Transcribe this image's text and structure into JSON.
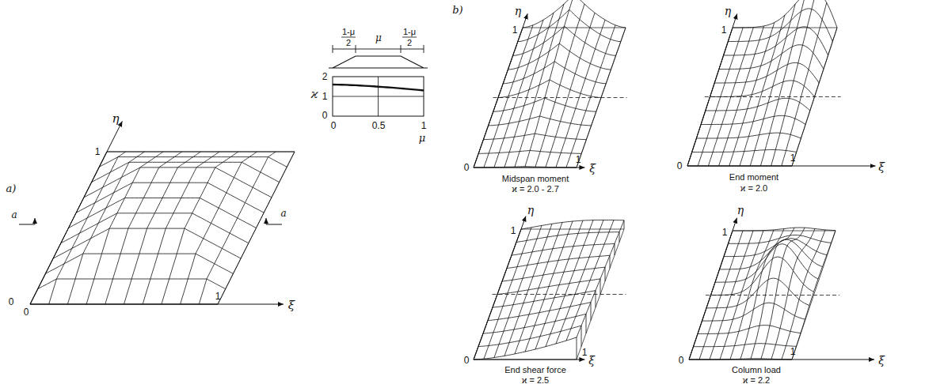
{
  "diagram": {
    "labels": [
      "a)",
      "η",
      "1",
      "0",
      "0",
      "ξ",
      "1",
      "a",
      "a",
      "1-μ",
      "2",
      "μ",
      "1-μ",
      "2",
      "ϰ",
      "2",
      "1",
      "0",
      "0",
      "0.5",
      "1",
      "μ",
      "b)",
      "η",
      "1",
      "0",
      "ξ",
      "1",
      "Midspan moment",
      "ϰ = 2.0 - 2.7",
      "η",
      "1",
      "0",
      "ξ",
      "1",
      "End moment",
      "ϰ = 2.0",
      "η",
      "1",
      "0",
      "ξ",
      "1",
      "End shear force",
      "ϰ = 2.5",
      "η",
      "1",
      "0",
      "ξ",
      "1",
      "Column load",
      "ϰ = 2.2"
    ]
  }
}
